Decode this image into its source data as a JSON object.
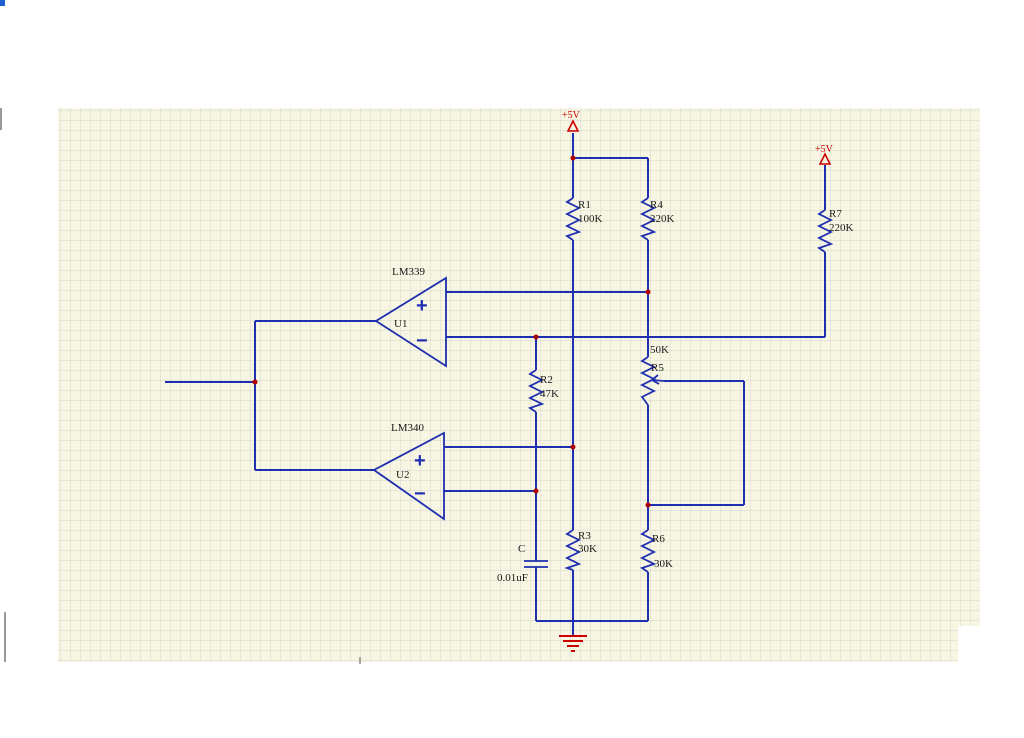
{
  "colors": {
    "grid_bg": "#f7f6e2",
    "grid_line": "#c9c9c9",
    "wire": "#1f2fb0",
    "junction": "#b00000",
    "power": "#cc0000",
    "label": "#1a1a1a"
  },
  "comparators": {
    "u1": {
      "part": "LM339",
      "ref": "U1",
      "plus": "+",
      "minus": "−"
    },
    "u2": {
      "part": "LM340",
      "ref": "U2",
      "plus": "+",
      "minus": "−"
    }
  },
  "resistors": {
    "r1": {
      "ref": "R1",
      "value": "100K"
    },
    "r2": {
      "ref": "R2",
      "value": "47K"
    },
    "r3": {
      "ref": "R3",
      "value": "30K"
    },
    "r4": {
      "ref": "R4",
      "value": "220K"
    },
    "r5": {
      "ref": "R5",
      "value": "50K"
    },
    "r6": {
      "ref": "R6",
      "value": "30K"
    },
    "r7": {
      "ref": "R7",
      "value": "220K"
    }
  },
  "capacitor": {
    "ref": "C",
    "value": "0.01uF"
  },
  "power": {
    "label_left": "+5V",
    "label_right": "+5V"
  }
}
